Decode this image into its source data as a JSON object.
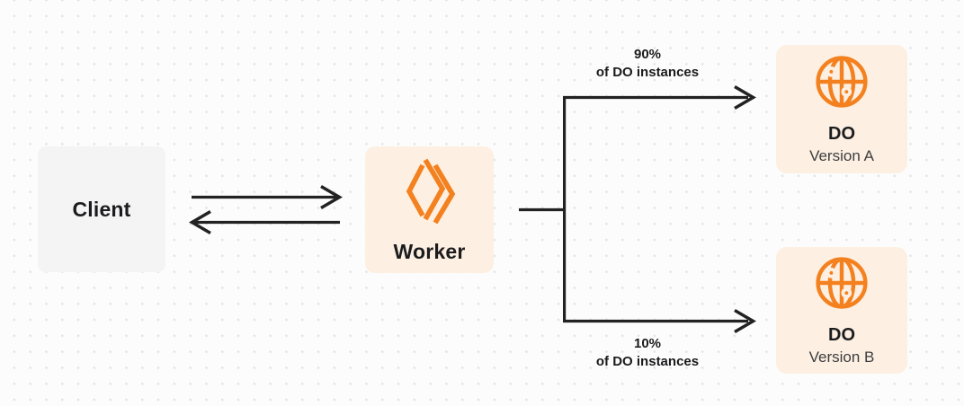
{
  "diagram": {
    "nodes": {
      "client": {
        "label": "Client"
      },
      "worker": {
        "label": "Worker"
      },
      "do_a": {
        "title": "DO",
        "subtitle": "Version A"
      },
      "do_b": {
        "title": "DO",
        "subtitle": "Version B"
      }
    },
    "labels": {
      "top_split": {
        "line1": "90%",
        "line2": "of DO instances"
      },
      "bottom_split": {
        "line1": "10%",
        "line2": "of DO instances"
      }
    },
    "colors": {
      "accent_orange": "#F48120",
      "node_cream": "#FDF0E2",
      "node_gray": "#F4F4F5",
      "connector_line": "#222222",
      "canvas_background": "#FCFCFC",
      "grid_dot": "#E2E2E5",
      "text_dark": "#1C1C1E"
    }
  }
}
